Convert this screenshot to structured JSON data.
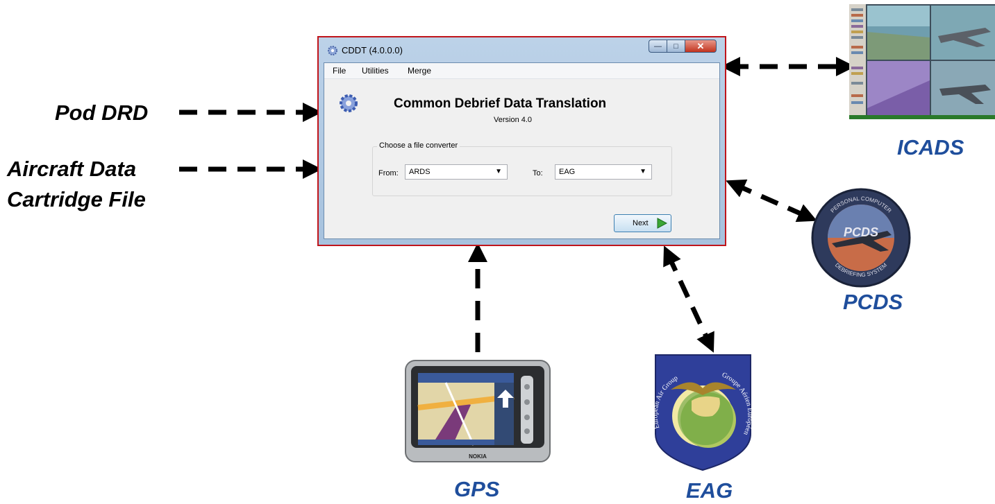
{
  "inputs": {
    "pod_drd": "Pod DRD",
    "aircraft_line1": "Aircraft Data",
    "aircraft_line2": "Cartridge  File"
  },
  "systems": {
    "icads": "ICADS",
    "pcds": "PCDS",
    "gps": "GPS",
    "eag": "EAG"
  },
  "pcds_logo": {
    "center": "PCDS",
    "ring_top": "PERSONAL COMPUTER",
    "ring_bottom": "DEBRIEFING SYSTEM"
  },
  "eag_logo": {
    "left": "European Air Group",
    "right": "Groupe Aérien Européen"
  },
  "gps_device": {
    "brand": "NOKIA"
  },
  "window": {
    "title": "CDDT (4.0.0.0)",
    "menu": [
      "File",
      "Utilities",
      "Merge"
    ],
    "app_title": "Common Debrief Data Translation",
    "version": "Version 4.0",
    "group_label": "Choose a file converter",
    "from_label": "From:",
    "from_value": "ARDS",
    "to_label": "To:",
    "to_value": "EAG",
    "next_label": "Next"
  },
  "colors": {
    "accent_blue": "#1f4e9c",
    "window_highlight": "#c0141a"
  }
}
